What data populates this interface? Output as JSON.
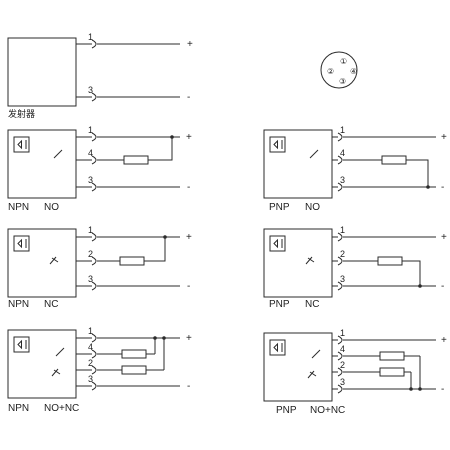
{
  "colors": {
    "ink": "#2b2b2b",
    "background": "#ffffff"
  },
  "plus_symbol": "+",
  "minus_symbol": "-",
  "transmitter": {
    "label": "发射器",
    "pins": [
      "1",
      "3"
    ]
  },
  "connector": {
    "pins": [
      "①",
      "②",
      "③",
      "④"
    ]
  },
  "diagrams": {
    "npn_no": {
      "type": "NPN",
      "mode": "NO",
      "pins": [
        "1",
        "4",
        "3"
      ]
    },
    "pnp_no": {
      "type": "PNP",
      "mode": "NO",
      "pins": [
        "1",
        "4",
        "3"
      ]
    },
    "npn_nc": {
      "type": "NPN",
      "mode": "NC",
      "pins": [
        "1",
        "2",
        "3"
      ]
    },
    "pnp_nc": {
      "type": "PNP",
      "mode": "NC",
      "pins": [
        "1",
        "2",
        "3"
      ]
    },
    "npn_no_nc": {
      "type": "NPN",
      "mode": "NO+NC",
      "pins": [
        "1",
        "4",
        "2",
        "3"
      ]
    },
    "pnp_no_nc": {
      "type": "PNP",
      "mode": "NO+NC",
      "pins": [
        "1",
        "4",
        "2",
        "3"
      ]
    }
  }
}
